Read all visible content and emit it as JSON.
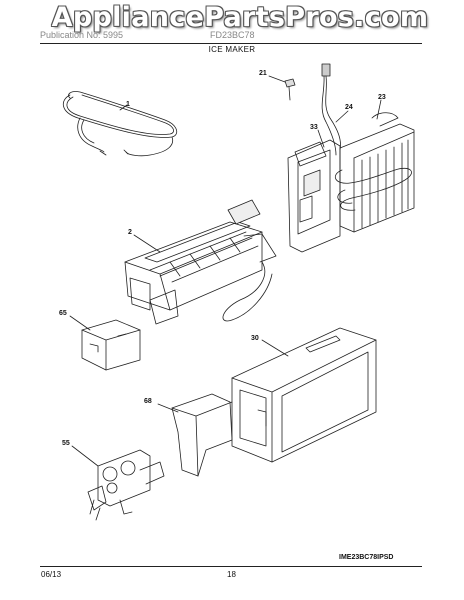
{
  "watermark": "AppliancePartsPros.com",
  "header": {
    "left_faint": "Publication No: 5995",
    "right_faint": "FD23BC78",
    "title": "ICE MAKER"
  },
  "callouts": {
    "c1": "1",
    "c2": "2",
    "c21": "21",
    "c23": "23",
    "c24": "24",
    "c30": "30",
    "c33": "33",
    "c55": "55",
    "c65": "65",
    "c68": "68"
  },
  "diagram_code": "IME23BC78IPSD",
  "footer": {
    "date": "06/13",
    "page": "18"
  }
}
